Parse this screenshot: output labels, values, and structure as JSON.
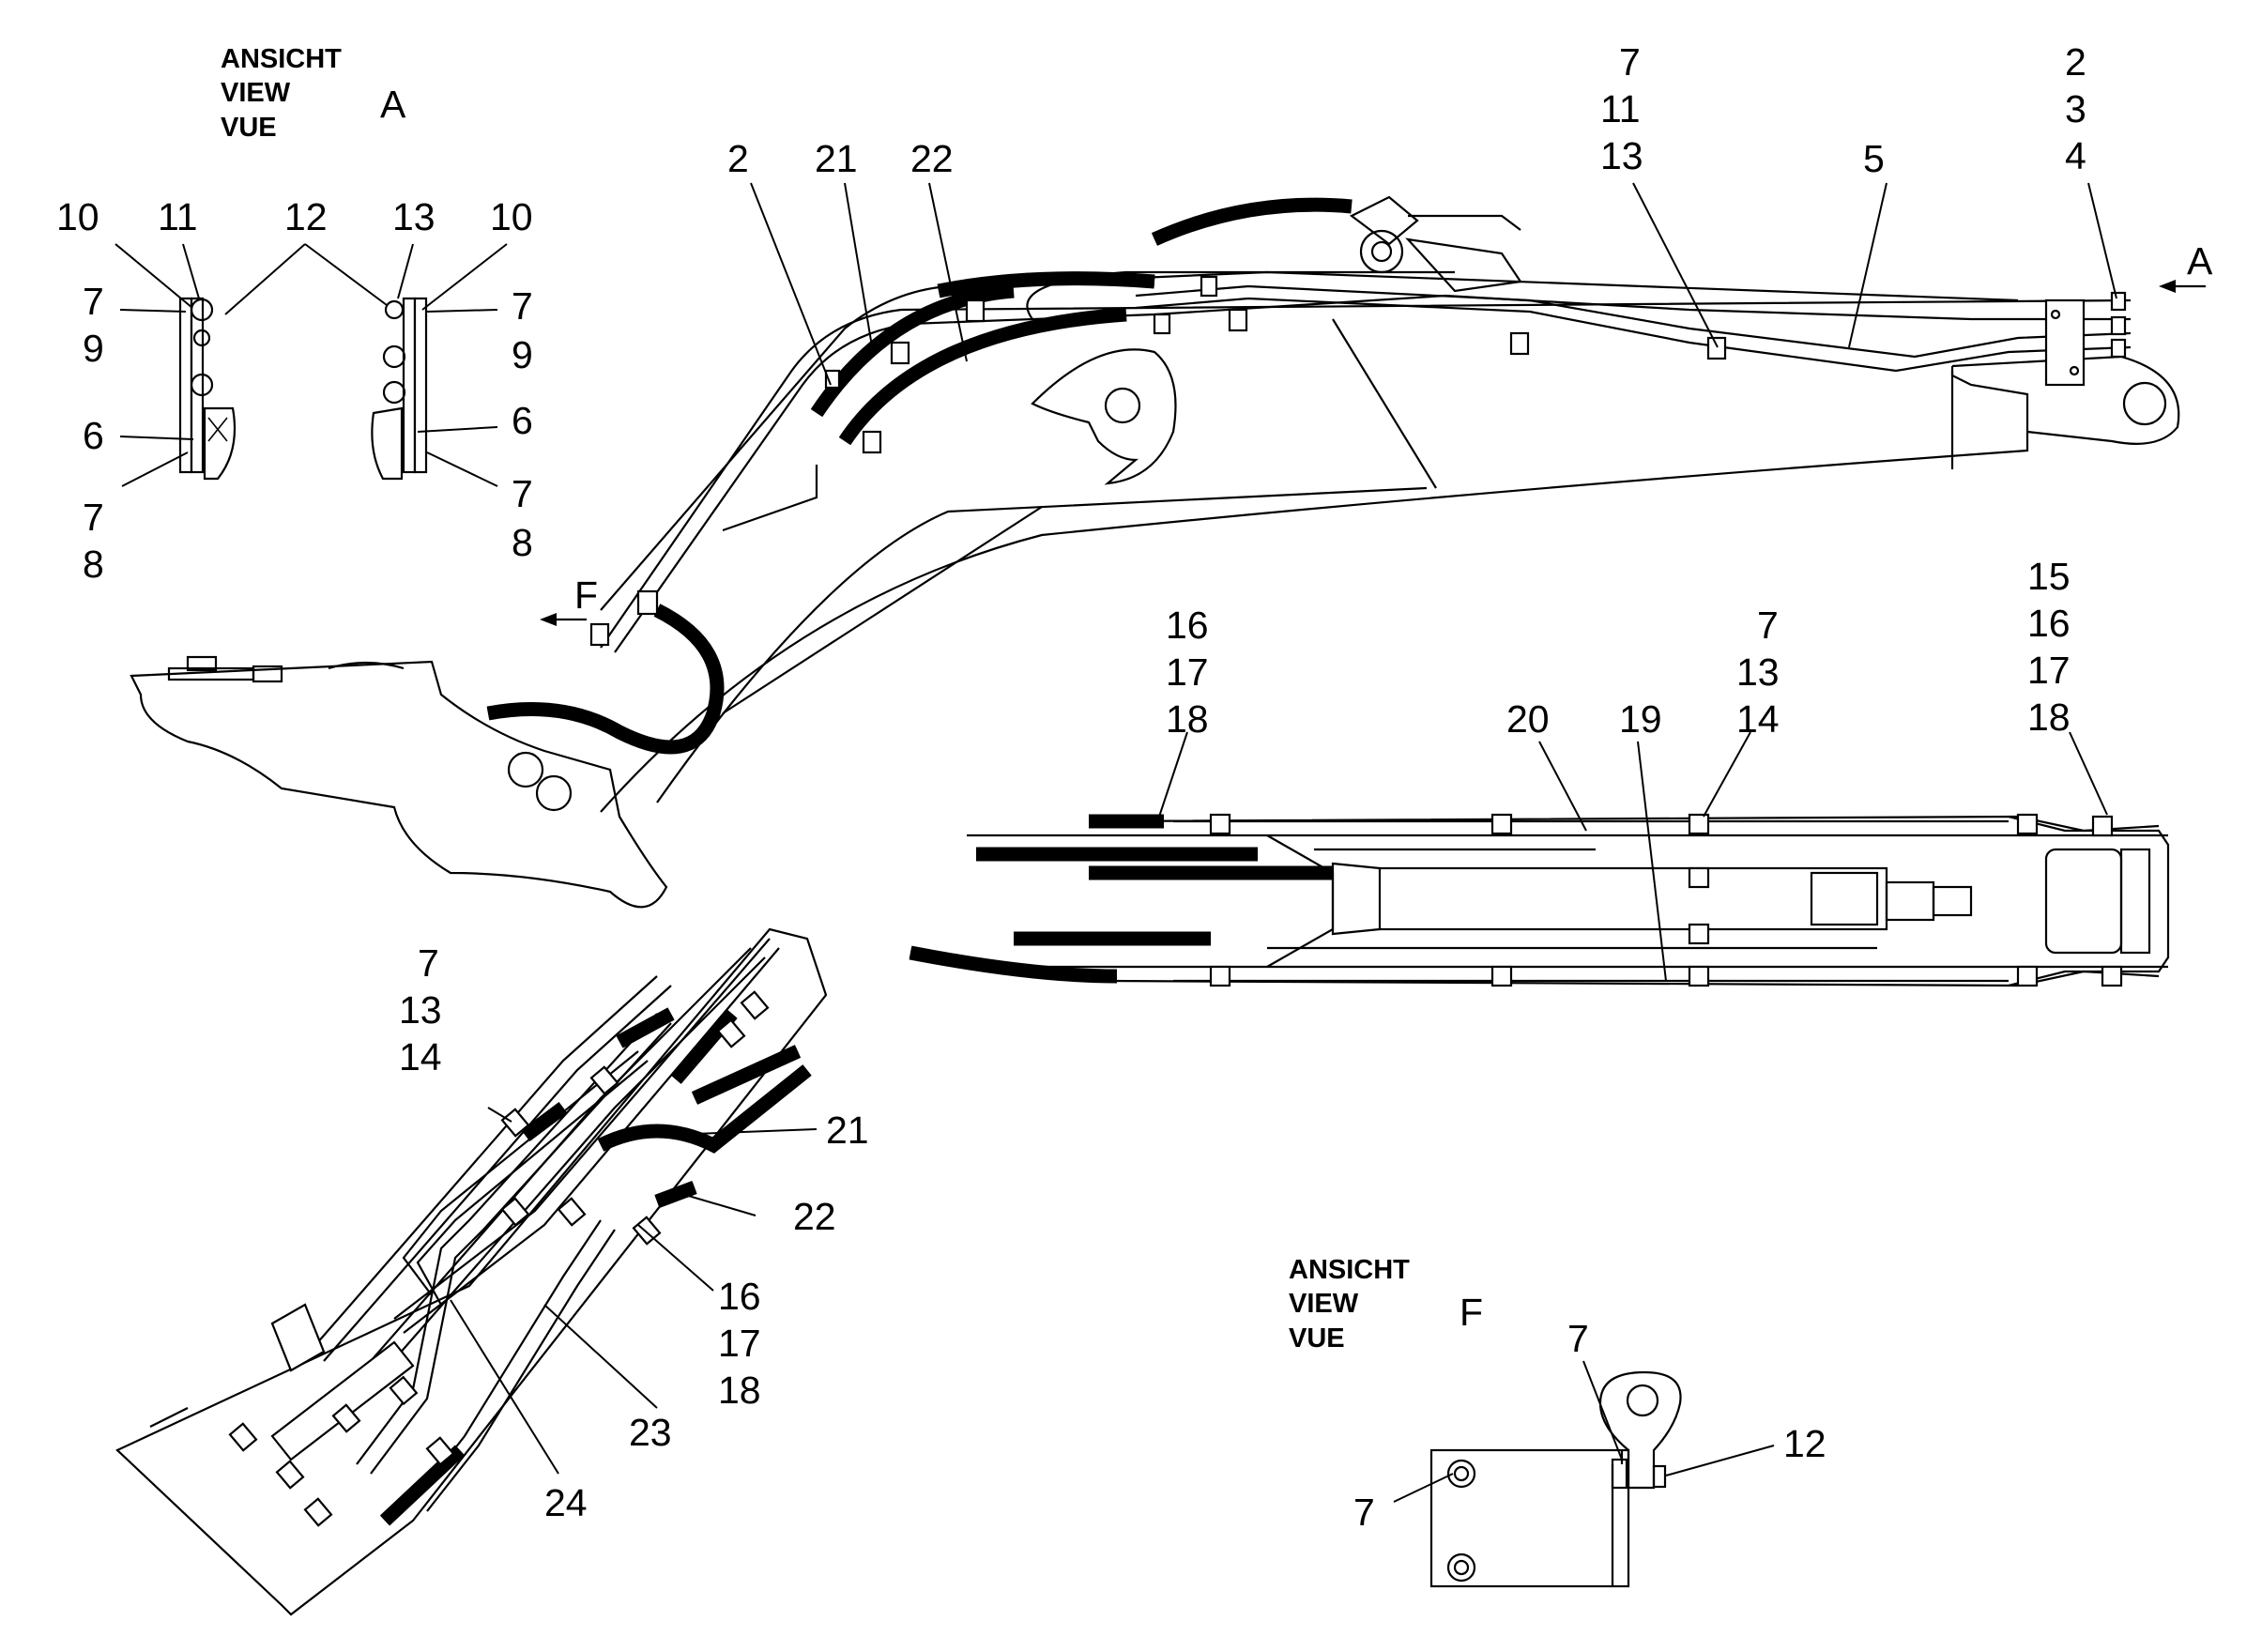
{
  "view_a": {
    "line1": "ANSICHT",
    "line2": "VIEW",
    "line3": "VUE",
    "letter": "A"
  },
  "view_f": {
    "line1": "ANSICHT",
    "line2": "VIEW",
    "line3": "VUE",
    "letter": "F"
  },
  "arrow_a_letter": "A",
  "arrow_f_letter": "F",
  "callouts": {
    "va_10_left": "10",
    "va_11": "11",
    "va_12": "12",
    "va_13": "13",
    "va_10_right": "10",
    "va_7_l1": "7",
    "va_9_l": "9",
    "va_6_l": "6",
    "va_7_l2": "7",
    "va_8_l": "8",
    "va_7_r1": "7",
    "va_9_r": "9",
    "va_6_r": "6",
    "va_7_r2": "7",
    "va_8_r": "8",
    "top_2": "2",
    "top_21": "21",
    "top_22": "22",
    "top_7": "7",
    "top_11": "11",
    "top_13": "13",
    "top_5": "5",
    "top_2b": "2",
    "top_3": "3",
    "top_4": "4",
    "mid_16": "16",
    "mid_17": "17",
    "mid_18": "18",
    "mid_7": "7",
    "mid_13": "13",
    "mid_14": "14",
    "mid_15": "15",
    "mid_16b": "16",
    "mid_17b": "17",
    "mid_18b": "18",
    "mid_20": "20",
    "mid_19": "19",
    "bl_7": "7",
    "bl_13": "13",
    "bl_14": "14",
    "bl_21": "21",
    "bl_22": "22",
    "bl_16": "16",
    "bl_17": "17",
    "bl_18": "18",
    "bl_23": "23",
    "bl_24": "24",
    "vf_7_top": "7",
    "vf_12": "12",
    "vf_7_left": "7"
  }
}
